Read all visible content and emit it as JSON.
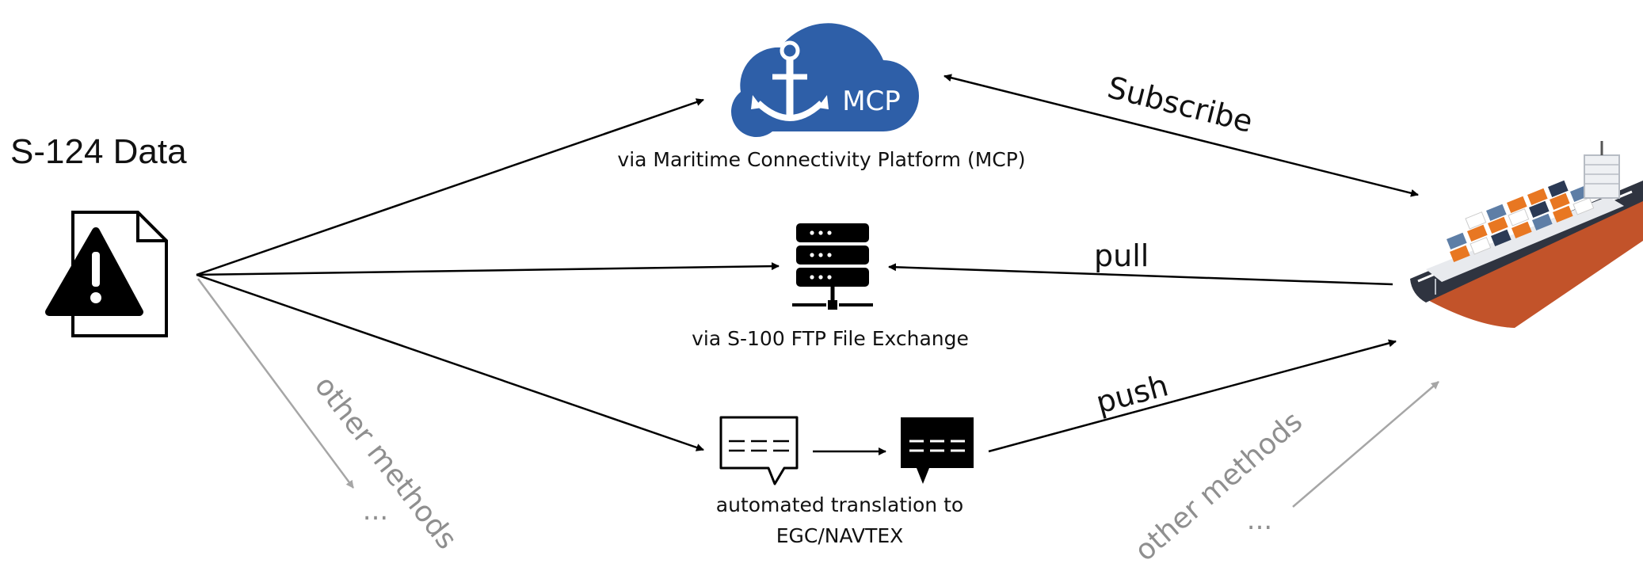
{
  "source": {
    "title": "S-124 Data"
  },
  "mcp": {
    "badge": "MCP",
    "label": "via Maritime Connectivity Platform (MCP)"
  },
  "ftp": {
    "label": "via S-100 FTP File Exchange"
  },
  "translation": {
    "label_line1": "automated translation to",
    "label_line2": "EGC/NAVTEX",
    "box_text": "---"
  },
  "edges": {
    "subscribe": "Subscribe",
    "pull": "pull",
    "push": "push"
  },
  "other": {
    "left_label": "other methods",
    "right_label": "other methods",
    "ellipsis": "..."
  },
  "colors": {
    "mcp_blue": "#2e5fa8",
    "arrow": "#000000",
    "grey_arrow": "#a6a6a6",
    "ship_orange": "#e87722",
    "ship_hull": "#c2532a"
  }
}
